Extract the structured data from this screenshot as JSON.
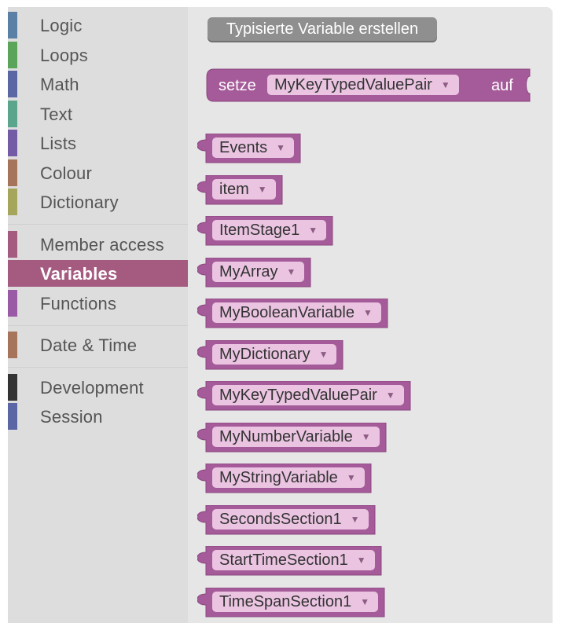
{
  "toolbox": {
    "categories": [
      {
        "label": "Logic",
        "color": "#5b80a5"
      },
      {
        "label": "Loops",
        "color": "#5ba55b"
      },
      {
        "label": "Math",
        "color": "#5b67a5"
      },
      {
        "label": "Text",
        "color": "#5ba58c"
      },
      {
        "label": "Lists",
        "color": "#745ba5"
      },
      {
        "label": "Colour",
        "color": "#a5745b"
      },
      {
        "label": "Dictionary",
        "color": "#a5a55b"
      },
      {
        "label": "Member access",
        "color": "#a55b80"
      },
      {
        "label": "Variables",
        "color": "#a55b80",
        "selected": true
      },
      {
        "label": "Functions",
        "color": "#995ba5"
      },
      {
        "label": "Date & Time",
        "color": "#a5745b"
      },
      {
        "label": "Development",
        "color": "#333333"
      },
      {
        "label": "Session",
        "color": "#5b67a5"
      }
    ]
  },
  "flyout": {
    "create_button_label": "Typisierte Variable erstellen",
    "set_block": {
      "prefix": "setze",
      "variable": "MyKeyTypedValuePair",
      "suffix": "auf"
    },
    "variables": [
      "Events",
      "item",
      "ItemStage1",
      "MyArray",
      "MyBooleanVariable",
      "MyDictionary",
      "MyKeyTypedValuePair",
      "MyNumberVariable",
      "MyStringVariable",
      "SecondsSection1",
      "StartTimeSection1",
      "TimeSpanSection1"
    ],
    "block_color": "#a55b99",
    "dropdown_arrow": "▼"
  }
}
